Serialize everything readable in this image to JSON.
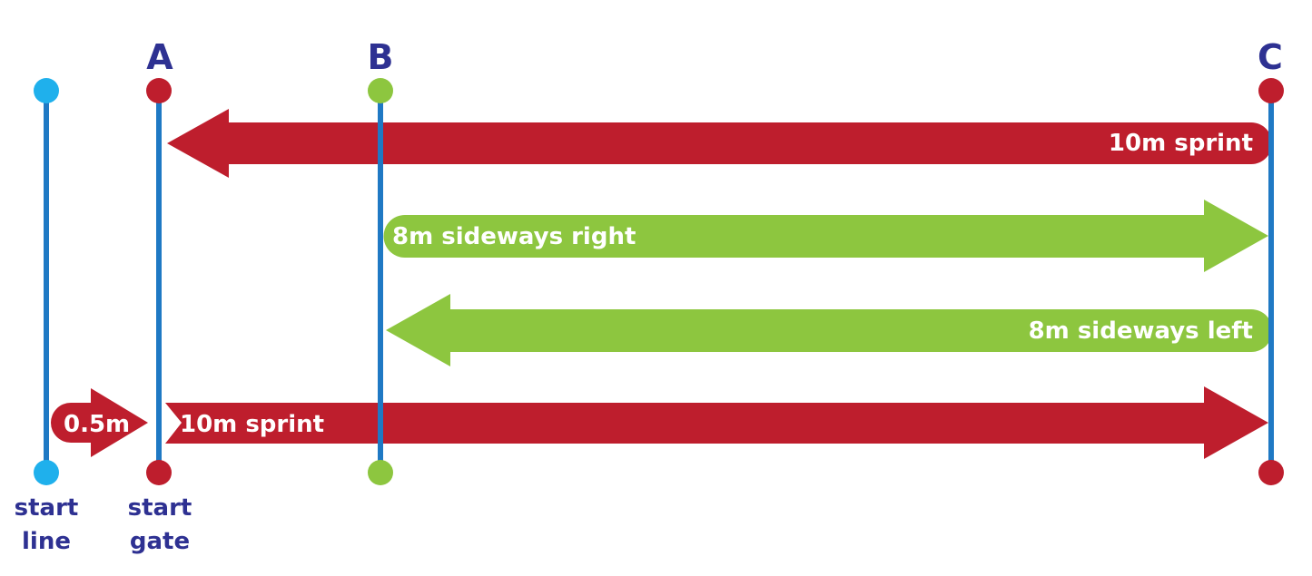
{
  "colors": {
    "line": "#1f79c4",
    "start_dot": "#1fb0ec",
    "red": "#be1e2d",
    "green": "#8dc63f",
    "label": "#2e3192",
    "arrow_text": "#ffffff"
  },
  "markers": {
    "a": "A",
    "b": "B",
    "c": "C"
  },
  "arrows": {
    "sprint_back": "10m sprint",
    "sideways_right": "8m sideways right",
    "sideways_left": "8m sideways left",
    "approach": "0.5m",
    "sprint_out": "10m sprint"
  },
  "labels": {
    "start_line_1": "start",
    "start_line_2": "line",
    "start_gate_1": "start",
    "start_gate_2": "gate"
  }
}
